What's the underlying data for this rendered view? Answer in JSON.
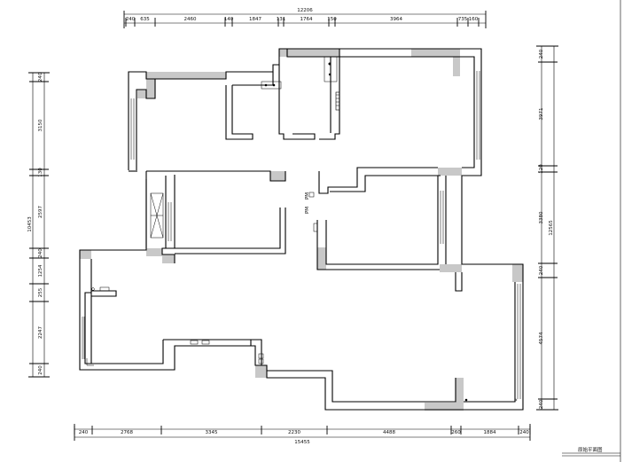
{
  "top_dimensions": {
    "total": "12206",
    "segments": [
      "240",
      "635",
      "2460",
      "140",
      "1847",
      "131",
      "1764",
      "150",
      "3964",
      "735",
      "160"
    ]
  },
  "bottom_dimensions": {
    "total": "15455",
    "segments": [
      "240",
      "2768",
      "3345",
      "2230",
      "4488",
      "260",
      "1884",
      "240"
    ]
  },
  "left_dimensions": {
    "total": "10453",
    "segments": [
      "240",
      "3150",
      "130",
      "2597",
      "240",
      "1254",
      "255",
      "2247",
      "240"
    ]
  },
  "right_dimensions": {
    "total": "12565",
    "segments": [
      "240",
      "3971",
      "120",
      "3380",
      "240",
      "4574",
      "240"
    ]
  },
  "room_labels": [
    "PM",
    "PM"
  ],
  "title_block": {
    "label": "原始平面图"
  }
}
